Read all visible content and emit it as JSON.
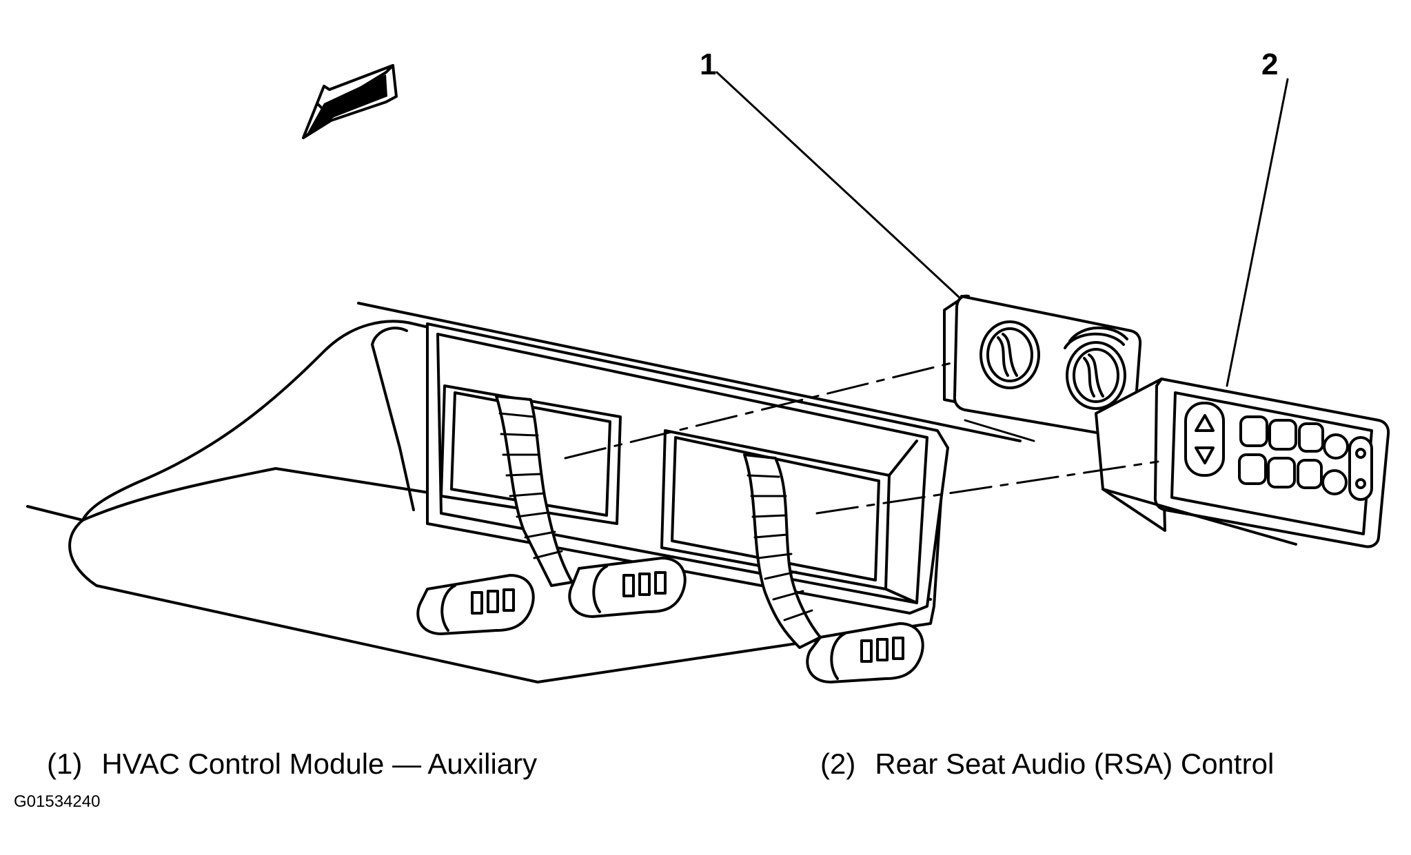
{
  "callouts": {
    "one": "1",
    "two": "2"
  },
  "legend": [
    {
      "number": "(1)",
      "label": "HVAC Control Module — Auxiliary"
    },
    {
      "number": "(2)",
      "label": "Rear Seat Audio (RSA) Control"
    }
  ],
  "figure_id": "G01534240",
  "icons": [
    "direction-arrow-icon",
    "rotary-knob-icon",
    "up-down-arrows-icon",
    "connector-icon"
  ]
}
